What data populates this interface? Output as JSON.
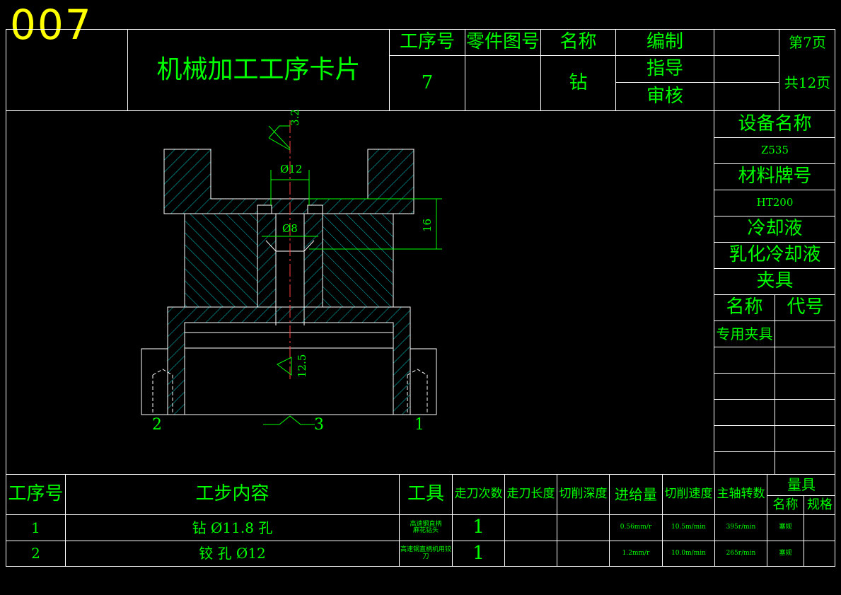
{
  "corner_label": "007",
  "header": {
    "card_title": "机械加工工序卡片",
    "col_process_no": "工序号",
    "col_part_drawing_no": "零件图号",
    "col_name": "名称",
    "process_no_value": "7",
    "part_drawing_no_value": "",
    "name_value": "钻",
    "row_compile": "编制",
    "row_guide": "指导",
    "row_review": "审核",
    "page_current": "第7页",
    "page_total": "共12页"
  },
  "side_panel": {
    "equipment_label": "设备名称",
    "equipment_value": "Z535",
    "material_label": "材料牌号",
    "material_value": "HT200",
    "coolant_label": "冷却液",
    "coolant_value": "乳化冷却液",
    "fixture_label": "夹具",
    "fixture_name_label": "名称",
    "fixture_code_label": "代号",
    "fixture_name_value": "专用夹具"
  },
  "drawing": {
    "roughness_top": "3.2",
    "dim_phi12": "Ø12",
    "dim_16": "16",
    "dim_phi8": "Ø8",
    "roughness_bottom": "12.5",
    "callout_1": "1",
    "callout_2": "2",
    "callout_3": "3"
  },
  "steps_table": {
    "headers": {
      "step_no": "工序号",
      "content": "工步内容",
      "tool": "工具",
      "passes": "走刀次数",
      "length": "走刀长度",
      "depth": "切削深度",
      "feed": "进给量",
      "speed": "切削速度",
      "spindle": "主轴转数",
      "gauge": "量具",
      "gauge_name": "名称",
      "gauge_spec": "规格"
    },
    "rows": [
      {
        "no": "1",
        "content": "钻 Ø11.8 孔",
        "tool_line1": "高速钢直柄",
        "tool_line2": "麻花钻头",
        "passes": "1",
        "length": "",
        "depth": "",
        "feed": "0.56mm/r",
        "speed": "10.5m/min",
        "spindle": "395r/min",
        "gauge_name": "塞规",
        "gauge_spec": ""
      },
      {
        "no": "2",
        "content": "铰 孔 Ø12",
        "tool_line1": "高速钢直柄机用铰",
        "tool_line2": "刀",
        "passes": "1",
        "length": "",
        "depth": "",
        "feed": "1.2mm/r",
        "speed": "10.0m/min",
        "spindle": "265r/min",
        "gauge_name": "塞规",
        "gauge_spec": ""
      }
    ]
  },
  "colors": {
    "line": "#ffffff",
    "text": "#00ff00",
    "hatch": "#00c8c8",
    "corner": "#ffff00",
    "background": "#000000"
  }
}
